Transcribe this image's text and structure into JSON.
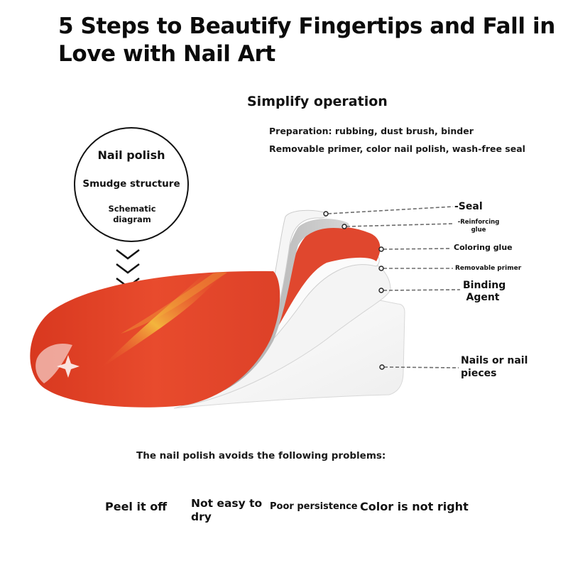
{
  "title": "5 Steps to Beautify Fingertips and Fall in Love with Nail Art",
  "subtitle": "Simplify operation",
  "description": [
    "Preparation: rubbing, dust brush, binder",
    "Removable primer, color nail polish, wash-free seal"
  ],
  "circle": {
    "line1": "Nail polish",
    "line2": "Smudge structure",
    "line3": "Schematic diagram"
  },
  "layers": [
    {
      "label": "-Seal"
    },
    {
      "label": "-Reinforcing glue"
    },
    {
      "label": "Coloring glue"
    },
    {
      "label": "Removable primer"
    },
    {
      "label": "Binding Agent"
    },
    {
      "label": "Nails or nail pieces"
    }
  ],
  "problems_title": "The nail polish avoids the following problems:",
  "problems": [
    "Peel it off",
    "Not easy to dry",
    "Poor persistence",
    "Color is not right"
  ],
  "colors": {
    "polish": "#e64a2e",
    "polish_shine": "#f2c040",
    "layer_grey": "#c9c9c9",
    "leader_line": "#6d6d6d"
  }
}
